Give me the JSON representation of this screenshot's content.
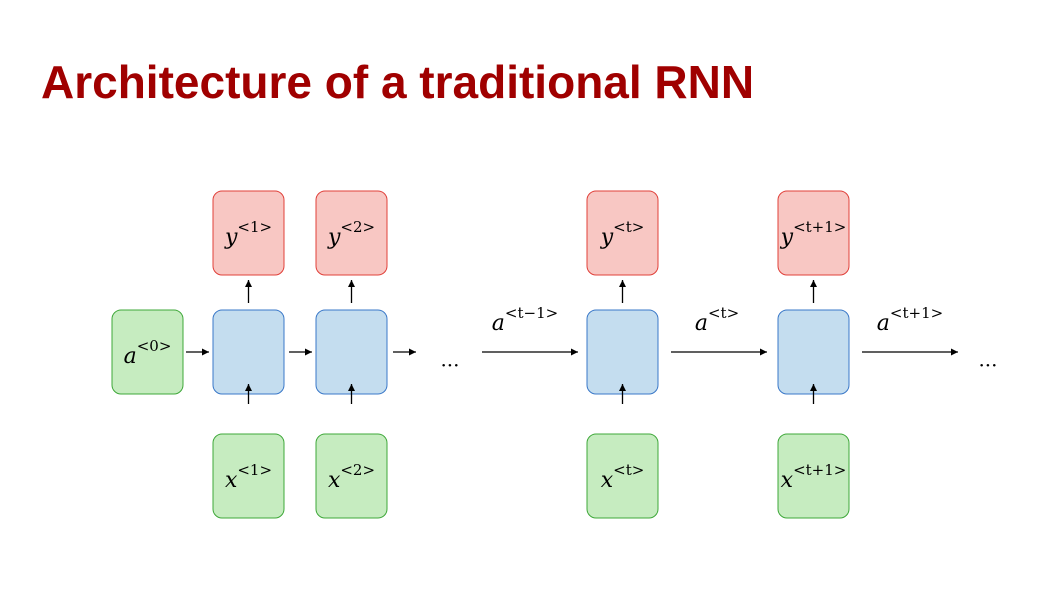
{
  "title": "Architecture of a traditional RNN",
  "colors": {
    "title": "#a00000",
    "output_fill": "#f8c7c3",
    "output_stroke": "#e0403a",
    "hidden_fill": "#c4ddef",
    "hidden_stroke": "#3a78c8",
    "input_fill": "#c6ecc0",
    "input_stroke": "#3fa83a"
  },
  "initial_state": {
    "base": "a",
    "sup": "<0>"
  },
  "timesteps": [
    {
      "output": {
        "base": "y",
        "sup": "<1>"
      },
      "input": {
        "base": "x",
        "sup": "<1>"
      }
    },
    {
      "output": {
        "base": "y",
        "sup": "<2>"
      },
      "input": {
        "base": "x",
        "sup": "<2>"
      }
    },
    {
      "output": {
        "base": "y",
        "sup": "<t>"
      },
      "input": {
        "base": "x",
        "sup": "<t>"
      }
    },
    {
      "output": {
        "base": "y",
        "sup": "<t+1>"
      },
      "input": {
        "base": "x",
        "sup": "<t+1>"
      }
    }
  ],
  "transition_labels": [
    {
      "base": "a",
      "sup": "<t−1>"
    },
    {
      "base": "a",
      "sup": "<t>"
    },
    {
      "base": "a",
      "sup": "<t+1>"
    }
  ],
  "ellipsis": "···"
}
